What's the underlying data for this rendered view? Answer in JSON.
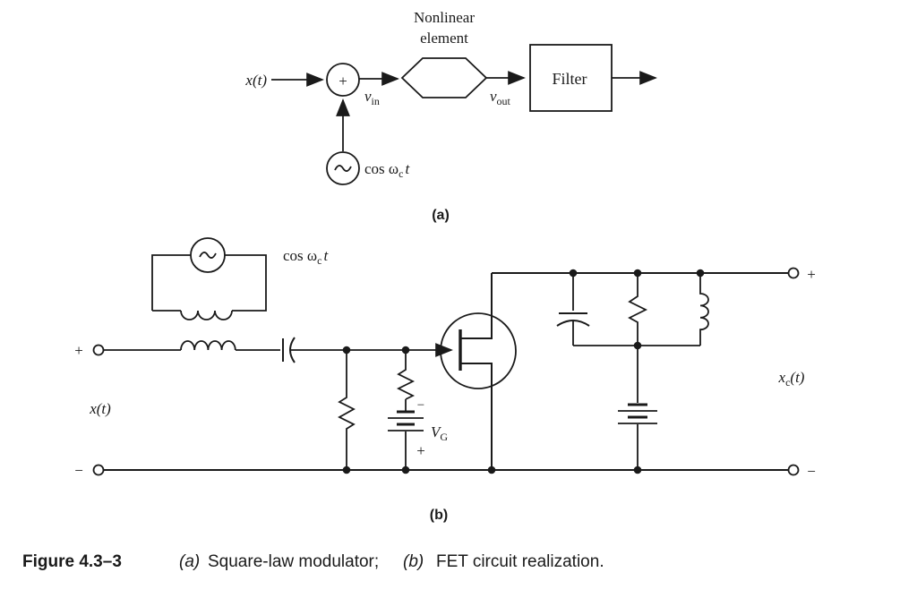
{
  "caption": {
    "label": "Figure 4.3–3",
    "a_tag": "(a)",
    "a_text": "Square-law modulator;",
    "b_tag": "(b)",
    "b_text": "FET circuit realization."
  },
  "part_a": {
    "tag": "(a)",
    "input_signal": "x(t)",
    "summing_sign": "+",
    "vin_base": "v",
    "vin_sub": "in",
    "nonlinear_line1": "Nonlinear",
    "nonlinear_line2": "element",
    "vout_base": "v",
    "vout_sub": "out",
    "filter_label": "Filter",
    "carrier_pre": "cos ω",
    "carrier_sub": "c",
    "carrier_var": "t"
  },
  "part_b": {
    "tag": "(b)",
    "carrier_pre": "cos ω",
    "carrier_sub": "c",
    "carrier_var": "t",
    "input_signal": "x(t)",
    "input_plus": "+",
    "input_minus": "−",
    "bias_minus": "−",
    "bias_plus": "+",
    "gate_bias_base": "V",
    "gate_bias_sub": "G",
    "output_plus": "+",
    "output_minus": "−",
    "output_base": "x",
    "output_sub": "c",
    "output_paren": "(t)"
  },
  "colors": {
    "ink": "#1a1a1a",
    "background": "#ffffff"
  }
}
